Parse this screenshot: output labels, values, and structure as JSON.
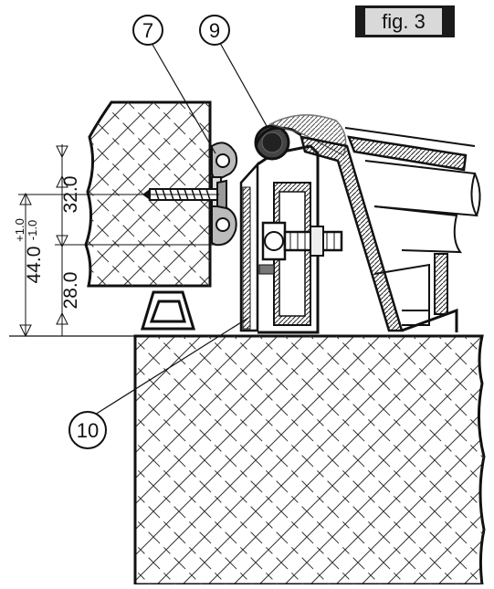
{
  "figure_label": "fig. 3",
  "callouts": {
    "c7": "7",
    "c9": "9",
    "c10": "10"
  },
  "dimensions": {
    "upper": "32.0",
    "lower": "28.0",
    "total": "44.0",
    "tol_plus": "+1.0",
    "tol_minus": "-1.0"
  }
}
